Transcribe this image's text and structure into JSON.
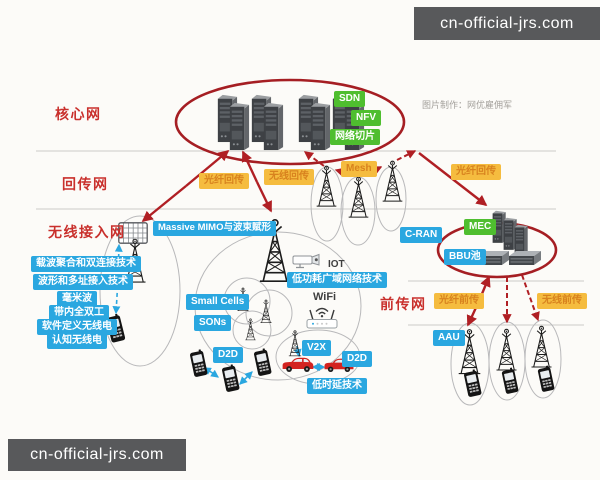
{
  "watermarks": {
    "top_right": "cn-official-jrs.com",
    "bottom_left": "cn-official-jrs.com"
  },
  "credit": "图片制作：网优雇佣军",
  "section_labels": {
    "core": "核心网",
    "backhaul": "回传网",
    "ran": "无线接入网",
    "fronthaul": "前传网"
  },
  "core_tags": {
    "sdn": "SDN",
    "nfv": "NFV",
    "network_slicing": "网络切片"
  },
  "backhaul_tags": {
    "fiber_left": "光纤回传",
    "wireless": "无线回传",
    "mesh": "Mesh",
    "fiber_right": "光纤回传"
  },
  "ran_tags": {
    "massive_mimo": "Massive MIMO与波束赋形",
    "carrier_aggregation": "载波聚合和双连接技术",
    "waveform": "波形和多址接入技术",
    "mmwave": "毫米波",
    "full_duplex": "带内全双工",
    "sdr": "软件定义无线电",
    "cognitive_radio": "认知无线电",
    "small_cells": "Small Cells",
    "sons": "SONs",
    "d2d_left": "D2D",
    "d2d_right": "D2D",
    "v2x": "V2X",
    "low_latency": "低时延技术",
    "iot": "IOT",
    "lpwan": "低功耗广域网络技术",
    "wifi": "WiFi"
  },
  "cran_tags": {
    "c_ran": "C-RAN",
    "mec": "MEC",
    "bbu_pool": "BBU池"
  },
  "fronthaul_tags": {
    "aau": "AAU",
    "fiber": "光纤前传",
    "wireless": "无线前传"
  },
  "colors": {
    "blue_tag": "#2aa7e0",
    "green_tag": "#4fbe2f",
    "yellow_tag": "#f5bc3f",
    "section_red": "#c9302c",
    "topology_red": "#a51e23",
    "watermark_bg": "#58595b"
  }
}
